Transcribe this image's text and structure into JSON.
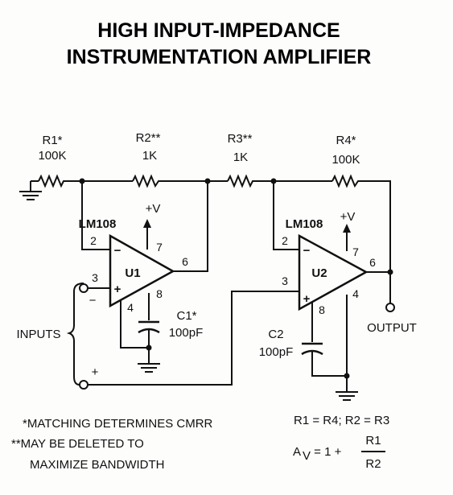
{
  "title": {
    "line1": "HIGH INPUT-IMPEDANCE",
    "line2": "INSTRUMENTATION AMPLIFIER"
  },
  "components": {
    "r1": {
      "name": "R1*",
      "value": "100K"
    },
    "r2": {
      "name": "R2**",
      "value": "1K"
    },
    "r3": {
      "name": "R3**",
      "value": "1K"
    },
    "r4": {
      "name": "R4*",
      "value": "100K"
    },
    "c1": {
      "name": "C1*",
      "value": "100pF"
    },
    "c2": {
      "name": "C2",
      "value": "100pF"
    },
    "u1": {
      "name": "U1",
      "part": "LM108",
      "supply": "+V"
    },
    "u2": {
      "name": "U2",
      "part": "LM108",
      "supply": "+V"
    }
  },
  "pins": {
    "u1_inv": "2",
    "u1_noninv": "3",
    "u1_out": "6",
    "u1_comp": "8",
    "u1_v": "7",
    "u1_gnd": "4",
    "u2_inv": "2",
    "u2_noninv": "3",
    "u2_out": "6",
    "u2_comp": "8",
    "u2_v": "7",
    "u2_gnd": "4"
  },
  "signs": {
    "minus": "−",
    "plus": "+"
  },
  "labels": {
    "inputs": "INPUTS",
    "input_minus": "−",
    "input_plus": "+",
    "output": "OUTPUT"
  },
  "notes": {
    "note1": "*MATCHING DETERMINES CMRR",
    "note2a": "**MAY BE DELETED TO",
    "note2b": "MAXIMIZE BANDWIDTH"
  },
  "equations": {
    "match": "R1 = R4; R2 = R3",
    "gain_lhs": "A",
    "gain_sub": "V",
    "gain_mid": " = 1 + ",
    "gain_num": "R1",
    "gain_den": "R2"
  }
}
